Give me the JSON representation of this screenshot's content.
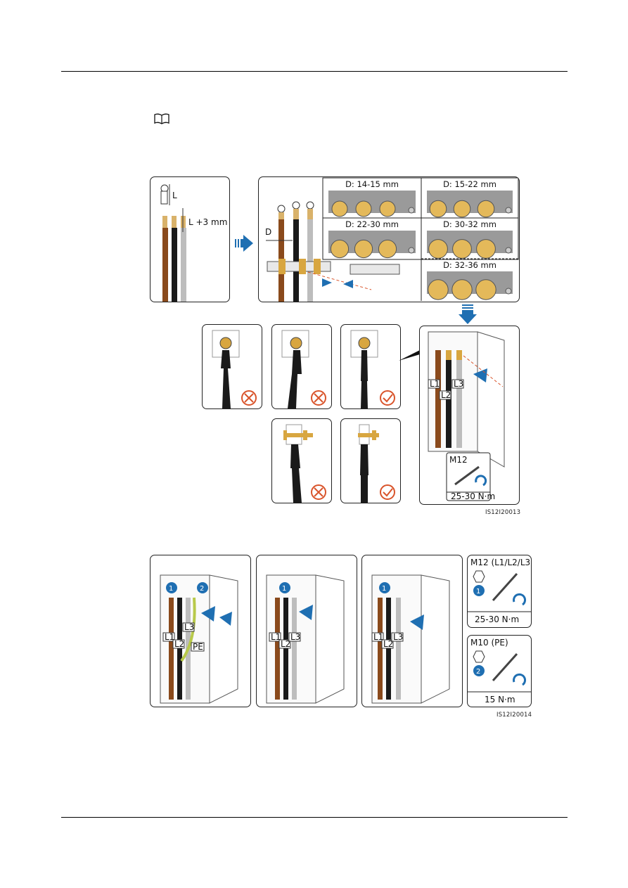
{
  "page": {
    "note_icon": "book-icon"
  },
  "figure1": {
    "id": "IS12I20013",
    "crimp": {
      "l_label": "L",
      "l3_label": "L +3 mm"
    },
    "strip": {
      "d_label": "D"
    },
    "sizes": [
      "D: 14-15 mm",
      "D: 15-22 mm",
      "D: 22-30 mm",
      "D: 30-32 mm",
      "D: 32-36 mm"
    ],
    "phases": [
      "L1",
      "L2",
      "L3"
    ],
    "tool": {
      "size": "M12",
      "torque": "25-30 N·m"
    },
    "colors": {
      "arrow": "#1f6fb2",
      "brown": "#8a4a1c",
      "gray": "#bdbdbd",
      "wrong": "#d9542b",
      "brass": "#d8a640"
    }
  },
  "figure2": {
    "id": "IS12I20014",
    "panel1_labels": [
      "L1",
      "L2",
      "L3",
      "PE"
    ],
    "panel2_labels": [
      "L1",
      "L2",
      "L3"
    ],
    "panel3_labels": [
      "L1",
      "L2",
      "L3"
    ],
    "markers": [
      "1",
      "2"
    ],
    "tool1": {
      "title": "M12 (L1/L2/L3)",
      "marker": "1",
      "torque": "25-30 N·m"
    },
    "tool2": {
      "title": "M10 (PE)",
      "marker": "2",
      "torque": "15 N·m"
    }
  }
}
